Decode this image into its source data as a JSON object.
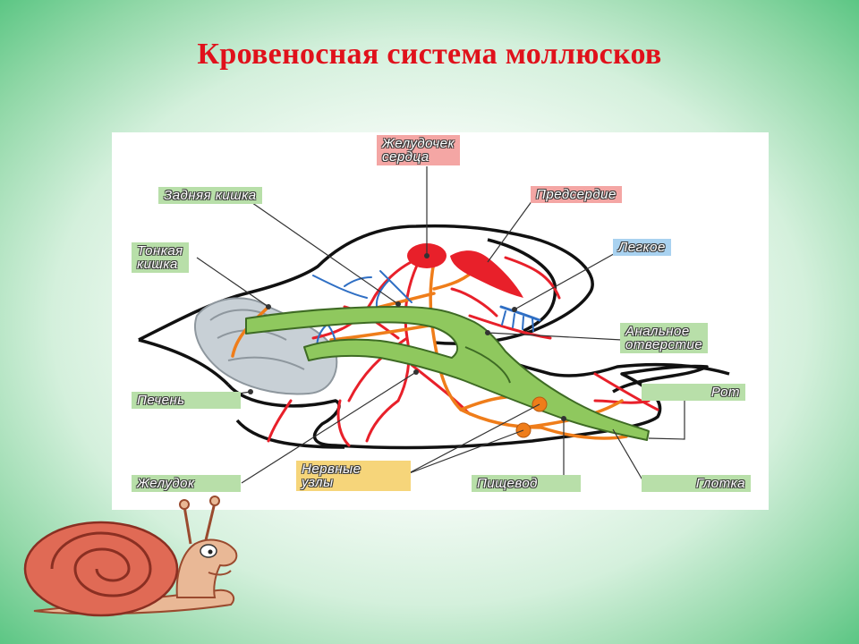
{
  "title": "Кровеносная система моллюсков",
  "labels": {
    "heart_ventricle": "Желудочек\nсердца",
    "atrium": "Предсердие",
    "lung": "Легкое",
    "hindgut": "Задняя кишка",
    "small_intestine": "Тонкая\nкишка",
    "anal_opening": "Анальное\nотверстие",
    "mouth": "Рот",
    "liver": "Печень",
    "stomach": "Желудок",
    "nerve_ganglia": "Нервные\nузлы",
    "esophagus": "Пищевод",
    "pharynx": "Глотка"
  },
  "colors": {
    "title": "#e0111b",
    "blood_arterial": "#e8202a",
    "blood_venous": "#ef7d1a",
    "lung_vessels": "#2f6fc4",
    "gut": "#7fbf4d",
    "liver": "#b9c2c9",
    "label_green": "#b8dfa9",
    "label_red": "#f4a6a4",
    "label_blue": "#a9d2f0",
    "label_yellow": "#f6d57a"
  }
}
